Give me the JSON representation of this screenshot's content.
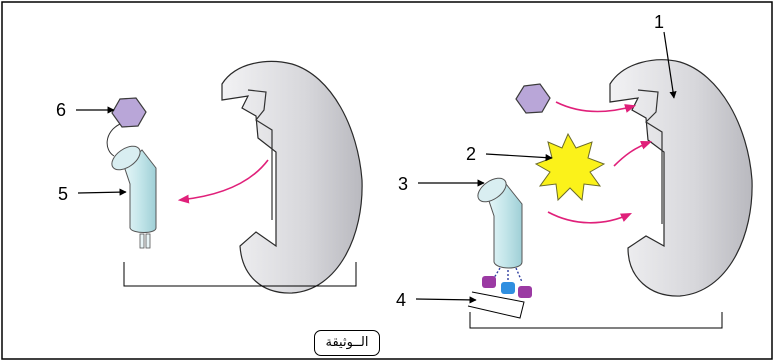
{
  "figure": {
    "labels": [
      "1",
      "2",
      "3",
      "4",
      "5",
      "6"
    ],
    "caption": "الــوثيقة"
  },
  "colors": {
    "receptor_fill": "#d7d7db",
    "receptor_stroke": "#2a2a2a",
    "ligand_fill": "#b9a6d8",
    "ligand_stroke": "#3b3b3b",
    "inhaler_fill": "#c4e6ea",
    "inhaler_stroke": "#555555",
    "star_fill": "#fbf21a",
    "star_stroke": "#6b6b2a",
    "arrow_color": "#e0207a",
    "particle_purple": "#9b3aa3",
    "particle_blue": "#2f8fe0"
  },
  "icons": {
    "receptor": "bean-shaped-receptor",
    "ligand": "hexagon-molecule",
    "inhaler": "bent-cylinder-tube",
    "burst": "yellow-star-burst"
  }
}
